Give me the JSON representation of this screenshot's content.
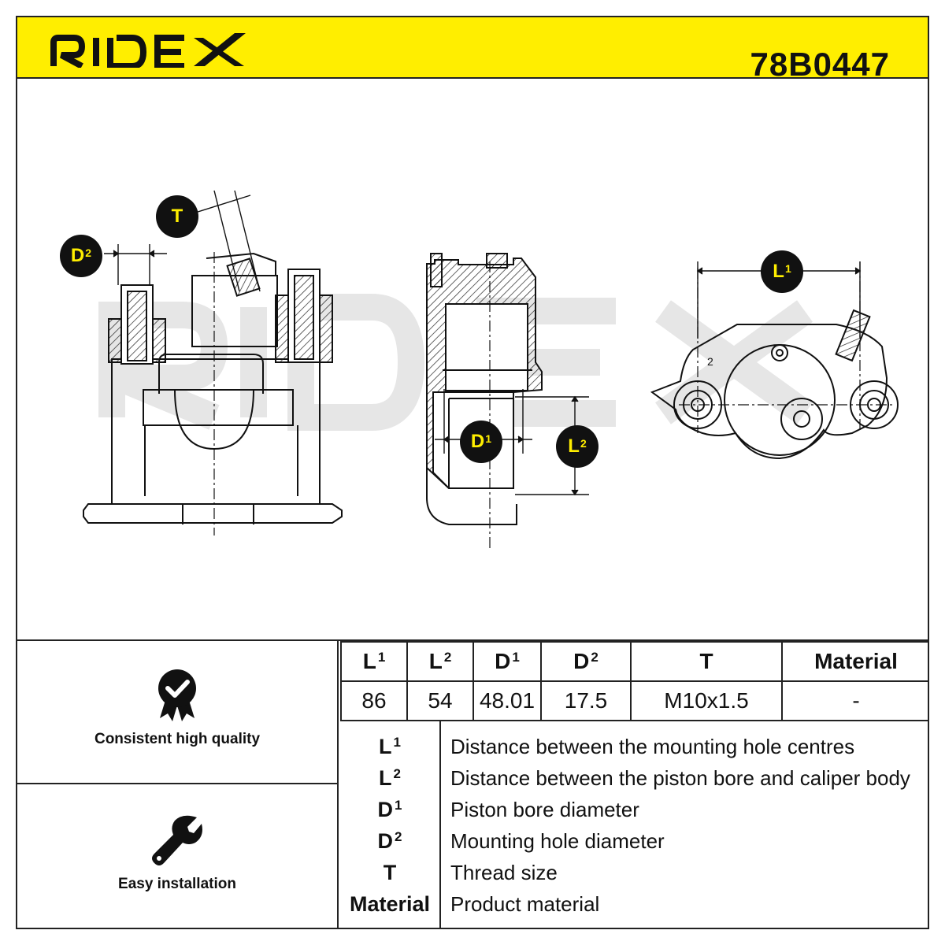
{
  "header": {
    "brand": "RIDEX",
    "part_number": "78B0447"
  },
  "drawing": {
    "labels": {
      "t": "T",
      "d2": "D",
      "d2_sup": "2",
      "d1": "D",
      "d1_sup": "1",
      "l1": "L",
      "l1_sup": "1",
      "l2": "L",
      "l2_sup": "2"
    },
    "watermark": "RIDEX"
  },
  "features": [
    {
      "label": "Consistent high quality",
      "icon": "quality-badge-icon"
    },
    {
      "label": "Easy installation",
      "icon": "wrench-icon"
    }
  ],
  "specs": {
    "headers": [
      {
        "text": "L",
        "sup": "1"
      },
      {
        "text": "L",
        "sup": "2"
      },
      {
        "text": "D",
        "sup": "1"
      },
      {
        "text": "D",
        "sup": "2"
      },
      {
        "text": "T",
        "sup": ""
      },
      {
        "text": "Material",
        "sup": ""
      }
    ],
    "values": [
      "86",
      "54",
      "48.01",
      "17.5",
      "M10x1.5",
      "-"
    ]
  },
  "legend": [
    {
      "key": "L",
      "sup": "1",
      "desc": "Distance between the mounting hole centres"
    },
    {
      "key": "L",
      "sup": "2",
      "desc": "Distance between the piston bore and caliper body"
    },
    {
      "key": "D",
      "sup": "1",
      "desc": "Piston bore diameter"
    },
    {
      "key": "D",
      "sup": "2",
      "desc": "Mounting hole diameter"
    },
    {
      "key": "T",
      "sup": "",
      "desc": "Thread size"
    },
    {
      "key": "Material",
      "sup": "",
      "desc": "Product material"
    }
  ],
  "colors": {
    "brand_yellow": "#ffee00",
    "ink": "#111111"
  }
}
